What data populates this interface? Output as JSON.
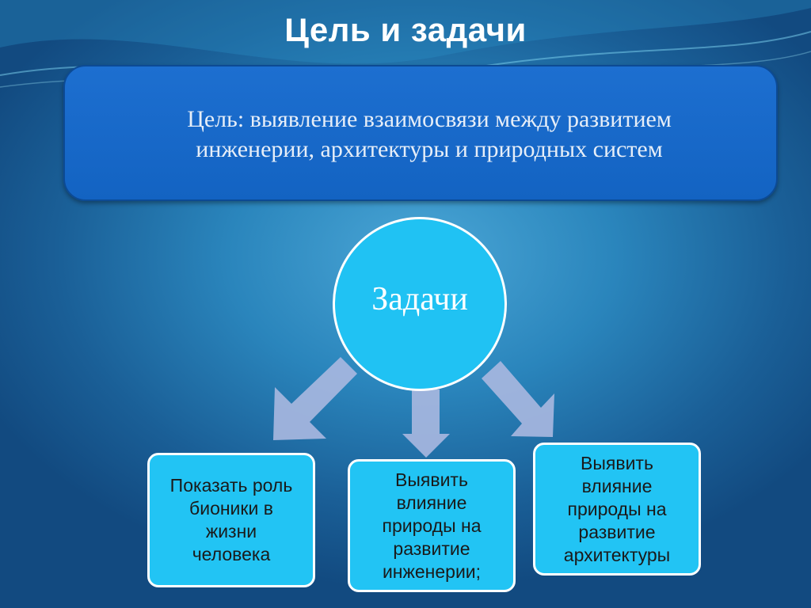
{
  "slide": {
    "title": "Цель и задачи",
    "goal": {
      "line1": "Цель: выявление взаимосвязи между развитием",
      "line2": "инженерии, архитектуры и природных систем"
    },
    "center_label": "Задачи",
    "tasks": [
      {
        "lines": [
          "Показать роль",
          "бионики в",
          "жизни",
          "человека"
        ]
      },
      {
        "lines": [
          "Выявить",
          "влияние",
          "природы на",
          "развитие",
          "инженерии;"
        ]
      },
      {
        "lines": [
          "Выявить",
          "влияние",
          "природы на",
          "развитие",
          "архитектуры"
        ]
      }
    ]
  },
  "colors": {
    "background": "#1a5f97",
    "goal_box": "#1363c2",
    "circle": "#20c2f3",
    "task_box": "#22c4f4",
    "arrow": "#aab8e0"
  }
}
